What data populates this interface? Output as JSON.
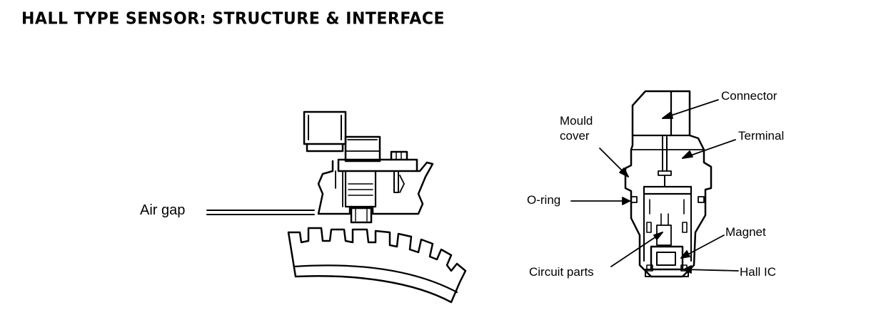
{
  "title": "HALL TYPE SENSOR: STRUCTURE & INTERFACE",
  "left_diagram": {
    "air_gap_label": "Air gap"
  },
  "right_diagram": {
    "labels": {
      "connector": "Connector",
      "mould_cover_line1": "Mould",
      "mould_cover_line2": "cover",
      "terminal": "Terminal",
      "o_ring": "O-ring",
      "magnet": "Magnet",
      "circuit_parts": "Circuit parts",
      "hall_ic": "Hall IC"
    }
  },
  "colors": {
    "ink": "#000000",
    "paper": "#ffffff"
  }
}
